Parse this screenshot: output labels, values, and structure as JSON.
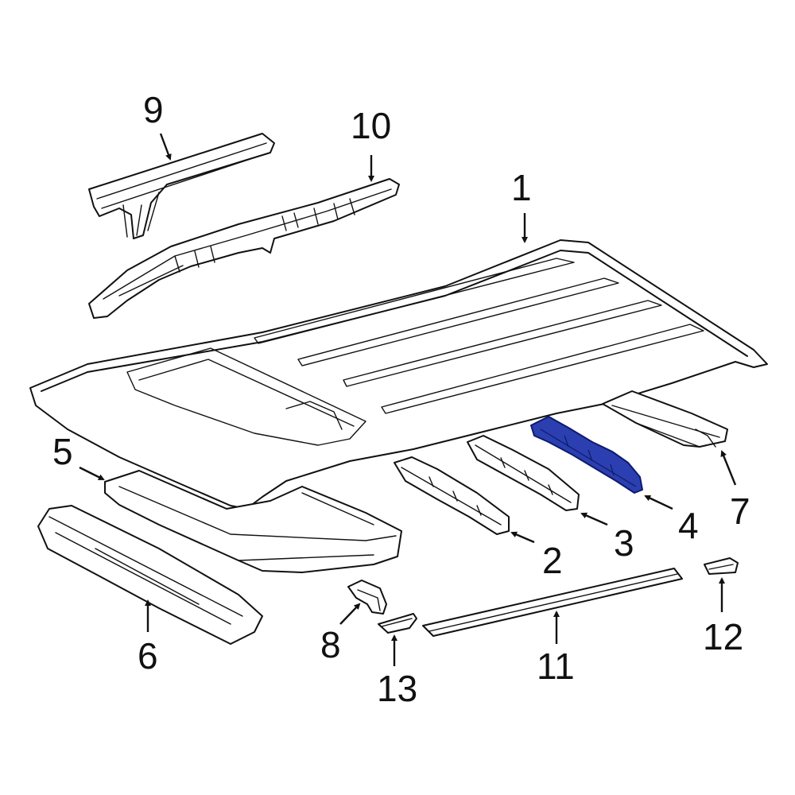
{
  "colors": {
    "line": "#111111",
    "highlight_fill": "#2b3fb0",
    "highlight_stroke": "#0d1a6e",
    "background": "#ffffff"
  },
  "callouts": {
    "c1": "1",
    "c2": "2",
    "c3": "3",
    "c4": "4",
    "c5": "5",
    "c6": "6",
    "c7": "7",
    "c8": "8",
    "c9": "9",
    "c10": "10",
    "c11": "11",
    "c12": "12",
    "c13": "13"
  },
  "highlighted_part": "4"
}
